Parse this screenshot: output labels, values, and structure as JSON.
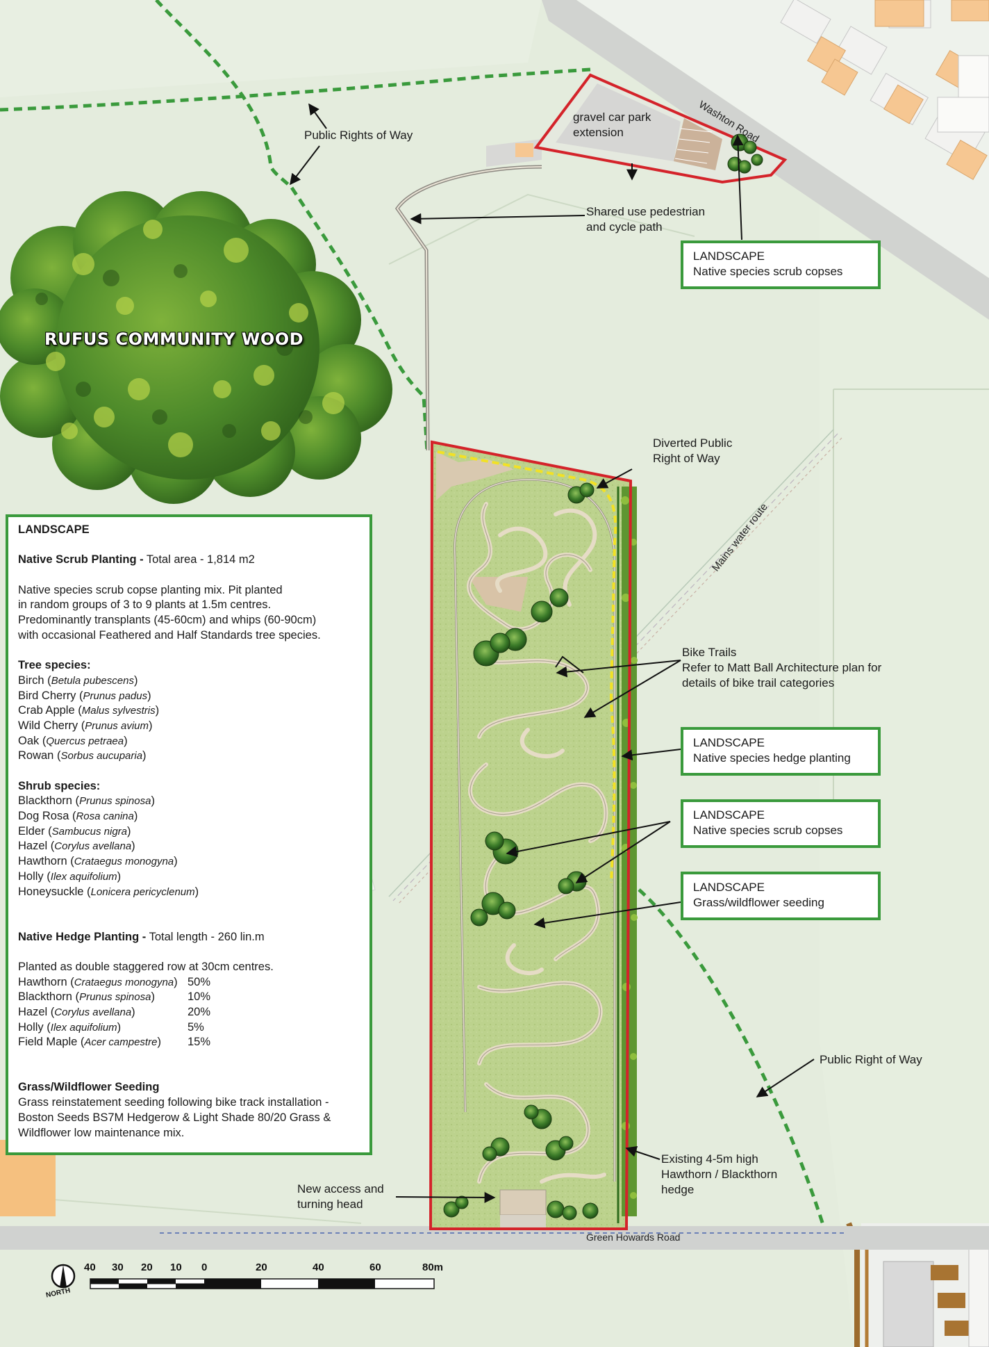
{
  "map_labels": {
    "wood_name": "RUFUS COMMUNITY WOOD",
    "public_rights_of_way": "Public Rights of Way",
    "gravel_car_park": [
      "gravel car park",
      "extension"
    ],
    "shared_path": [
      "Shared use pedestrian",
      "and cycle path"
    ],
    "diverted_row": [
      "Diverted Public",
      "Right of Way"
    ],
    "mains_water": "Mains water route",
    "bike_trails": [
      "Bike Trails",
      "Refer to Matt Ball Architecture plan for",
      "details of bike trail categories"
    ],
    "public_right_of_way": "Public Right of Way",
    "existing_hedge": [
      "Existing 4-5m high",
      "Hawthorn / Blackthorn",
      "hedge"
    ],
    "new_access": [
      "New access and",
      "turning head"
    ],
    "washton_road": "Washton Road",
    "green_howards_road": "Green Howards Road",
    "north": "NORTH"
  },
  "callouts": [
    {
      "title": "LANDSCAPE",
      "text": "Native species scrub copses"
    },
    {
      "title": "LANDSCAPE",
      "text": "Native species hedge planting"
    },
    {
      "title": "LANDSCAPE",
      "text": "Native species scrub copses"
    },
    {
      "title": "LANDSCAPE",
      "text": "Grass/wildflower seeding"
    }
  ],
  "legend": {
    "heading": "LANDSCAPE",
    "scrub_title": "Native Scrub Planting -",
    "scrub_area": " Total area - 1,814 m2",
    "scrub_desc": [
      "Native species scrub copse planting mix. Pit planted",
      "in random groups of 3 to 9 plants at 1.5m centres.",
      "Predominantly transplants (45-60cm) and whips (60-90cm)",
      "with occasional Feathered and Half Standards tree species."
    ],
    "tree_title": "Tree species:",
    "trees": [
      {
        "name": "Birch",
        "latin": "Betula pubescens"
      },
      {
        "name": "Bird Cherry",
        "latin": "Prunus padus"
      },
      {
        "name": "Crab Apple",
        "latin": "Malus sylvestris"
      },
      {
        "name": "Wild Cherry",
        "latin": "Prunus avium"
      },
      {
        "name": "Oak",
        "latin": "Quercus petraea"
      },
      {
        "name": "Rowan",
        "latin": "Sorbus aucuparia"
      }
    ],
    "shrub_title": "Shrub species:",
    "shrubs": [
      {
        "name": "Blackthorn",
        "latin": "Prunus spinosa"
      },
      {
        "name": "Dog Rosa",
        "latin": "Rosa canina"
      },
      {
        "name": "Elder",
        "latin": "Sambucus nigra"
      },
      {
        "name": "Hazel",
        "latin": "Corylus avellana"
      },
      {
        "name": "Hawthorn",
        "latin": "Crataegus monogyna"
      },
      {
        "name": "Holly",
        "latin": "Ilex aquifolium"
      },
      {
        "name": "Honeysuckle",
        "latin": "Lonicera pericyclenum"
      }
    ],
    "hedge_title": "Native Hedge Planting -",
    "hedge_length": " Total length - 260 lin.m",
    "hedge_desc": "Planted as double staggered row at 30cm centres.",
    "hedge_species": [
      {
        "name": "Hawthorn",
        "latin": "Crataegus monogyna",
        "pct": "50%"
      },
      {
        "name": "Blackthorn",
        "latin": "Prunus spinosa",
        "pct": "10%"
      },
      {
        "name": "Hazel",
        "latin": "Corylus avellana",
        "pct": "20%"
      },
      {
        "name": "Holly",
        "latin": "Ilex aquifolium",
        "pct": "5%"
      },
      {
        "name": "Field Maple",
        "latin": "Acer campestre",
        "pct": "15%"
      }
    ],
    "grass_title": "Grass/Wildflower Seeding",
    "grass_desc": [
      "Grass reinstatement seeding following bike track installation -",
      "Boston Seeds BS7M Hedgerow & Light Shade 80/20 Grass &",
      "Wildflower low maintenance mix."
    ]
  },
  "scale_bar": {
    "labels": [
      "40",
      "30",
      "20",
      "10",
      "0",
      "20",
      "40",
      "60",
      "80m"
    ],
    "unit": "m"
  },
  "colors": {
    "site_boundary": "#d4232a",
    "path_green": "#3a9a3c",
    "diverted_path": "#f2e125",
    "grass": "#b9cf8a",
    "wood": "#3f7d27"
  }
}
